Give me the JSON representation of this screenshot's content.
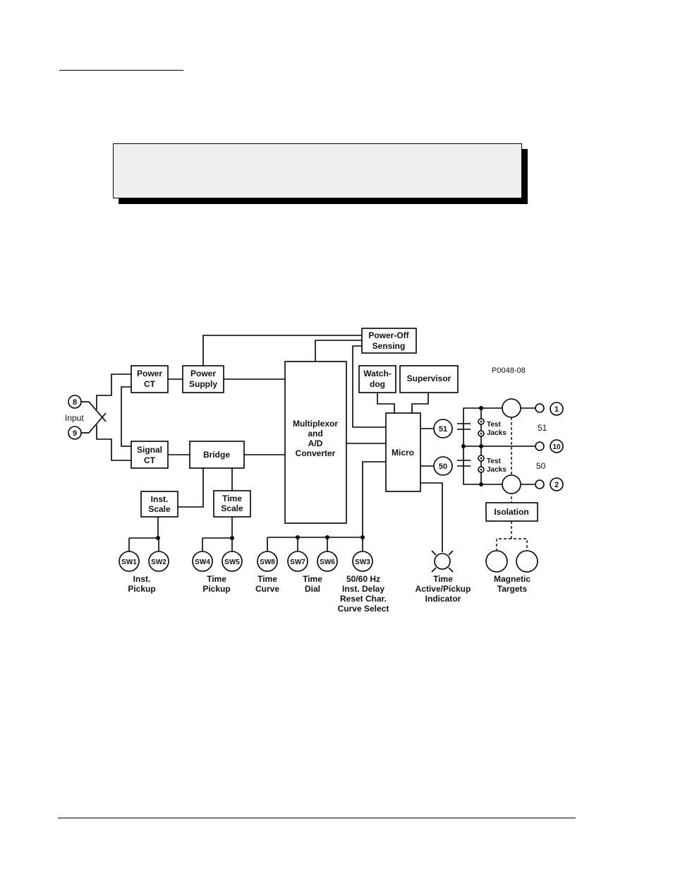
{
  "diagram": {
    "figure_id": "P0048-08",
    "blocks": {
      "power_ct": [
        "Power",
        "CT"
      ],
      "power_supply": [
        "Power",
        "Supply"
      ],
      "power_off": [
        "Power-Off",
        "Sensing"
      ],
      "signal_ct": [
        "Signal",
        "CT"
      ],
      "bridge": "Bridge",
      "mux": [
        "Multiplexor",
        "and",
        "A/D",
        "Converter"
      ],
      "watchdog": [
        "Watch-",
        "dog"
      ],
      "supervisor": "Supervisor",
      "micro": "Micro",
      "inst_scale": [
        "Inst.",
        "Scale"
      ],
      "time_scale": [
        "Time",
        "Scale"
      ],
      "isolation": "Isolation"
    },
    "terminals": {
      "t8": "8",
      "t9": "9",
      "t1": "1",
      "t10": "10",
      "t2": "2"
    },
    "input_label": "Input",
    "outputs": {
      "o51": "51",
      "o50": "50"
    },
    "side_labels": {
      "s51": "51",
      "s50": "50"
    },
    "test_jacks": [
      "Test",
      "Jacks"
    ],
    "switches": [
      "SW1",
      "SW2",
      "SW4",
      "SW5",
      "SW8",
      "SW7",
      "SW6",
      "SW3"
    ],
    "switch_labels": {
      "inst_pickup": [
        "Inst.",
        "Pickup"
      ],
      "time_pickup": [
        "Time",
        "Pickup"
      ],
      "time_curve": [
        "Time",
        "Curve"
      ],
      "time_dial": [
        "Time",
        "Dial"
      ],
      "sw3": [
        "50/60 Hz",
        "Inst. Delay",
        "Reset Char.",
        "Curve Select"
      ]
    },
    "indicator_label": [
      "Time",
      "Active/Pickup",
      "Indicator"
    ],
    "targets_label": [
      "Magnetic",
      "Targets"
    ]
  }
}
